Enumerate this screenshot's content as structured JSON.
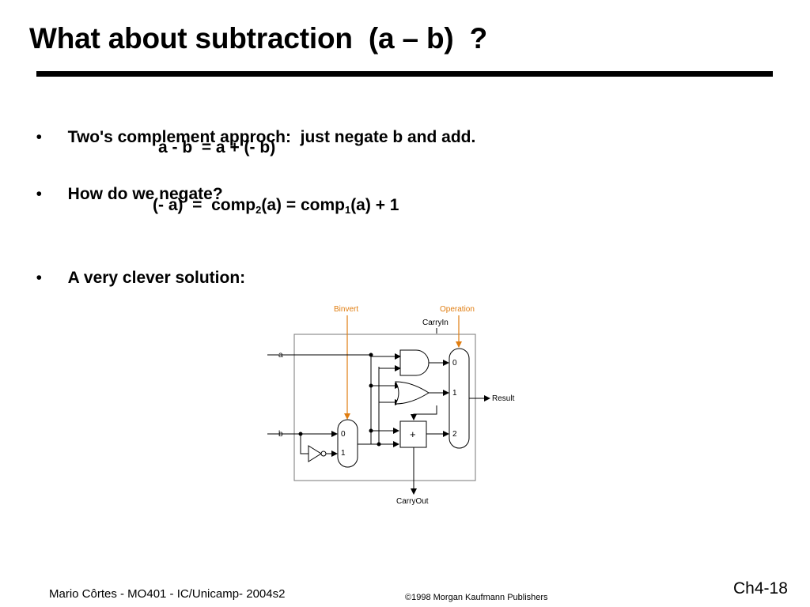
{
  "slide": {
    "title": "What about subtraction  (a – b)  ?",
    "bullet_symbol": "•",
    "bullets": [
      {
        "text": "Two's complement approch:  just negate b and add."
      },
      {
        "text": "How do we negate?"
      },
      {
        "text": "A very clever solution:"
      }
    ],
    "formula1": "a - b  = a + (- b)",
    "formula2": {
      "part1": "(- a)  =  comp",
      "sub1": "2",
      "part2": "(a) = comp",
      "sub2": "1",
      "part3": "(a) + 1"
    }
  },
  "diagram": {
    "labels": {
      "binvert": "Binvert",
      "operation": "Operation",
      "carryin": "CarryIn",
      "a": "a",
      "b": "b",
      "result": "Result",
      "carryout": "CarryOut",
      "adder": "+",
      "mux_left_0": "0",
      "mux_left_1": "1",
      "mux_right_0": "0",
      "mux_right_1": "1",
      "mux_right_2": "2"
    },
    "control_color": "#e07d10"
  },
  "footer": {
    "author": "Mario Côrtes - MO401 - IC/Unicamp- 2004s2",
    "copyright_symbol": "©",
    "copyright": "1998 Morgan Kaufmann Publishers",
    "page": "Ch4-18"
  }
}
